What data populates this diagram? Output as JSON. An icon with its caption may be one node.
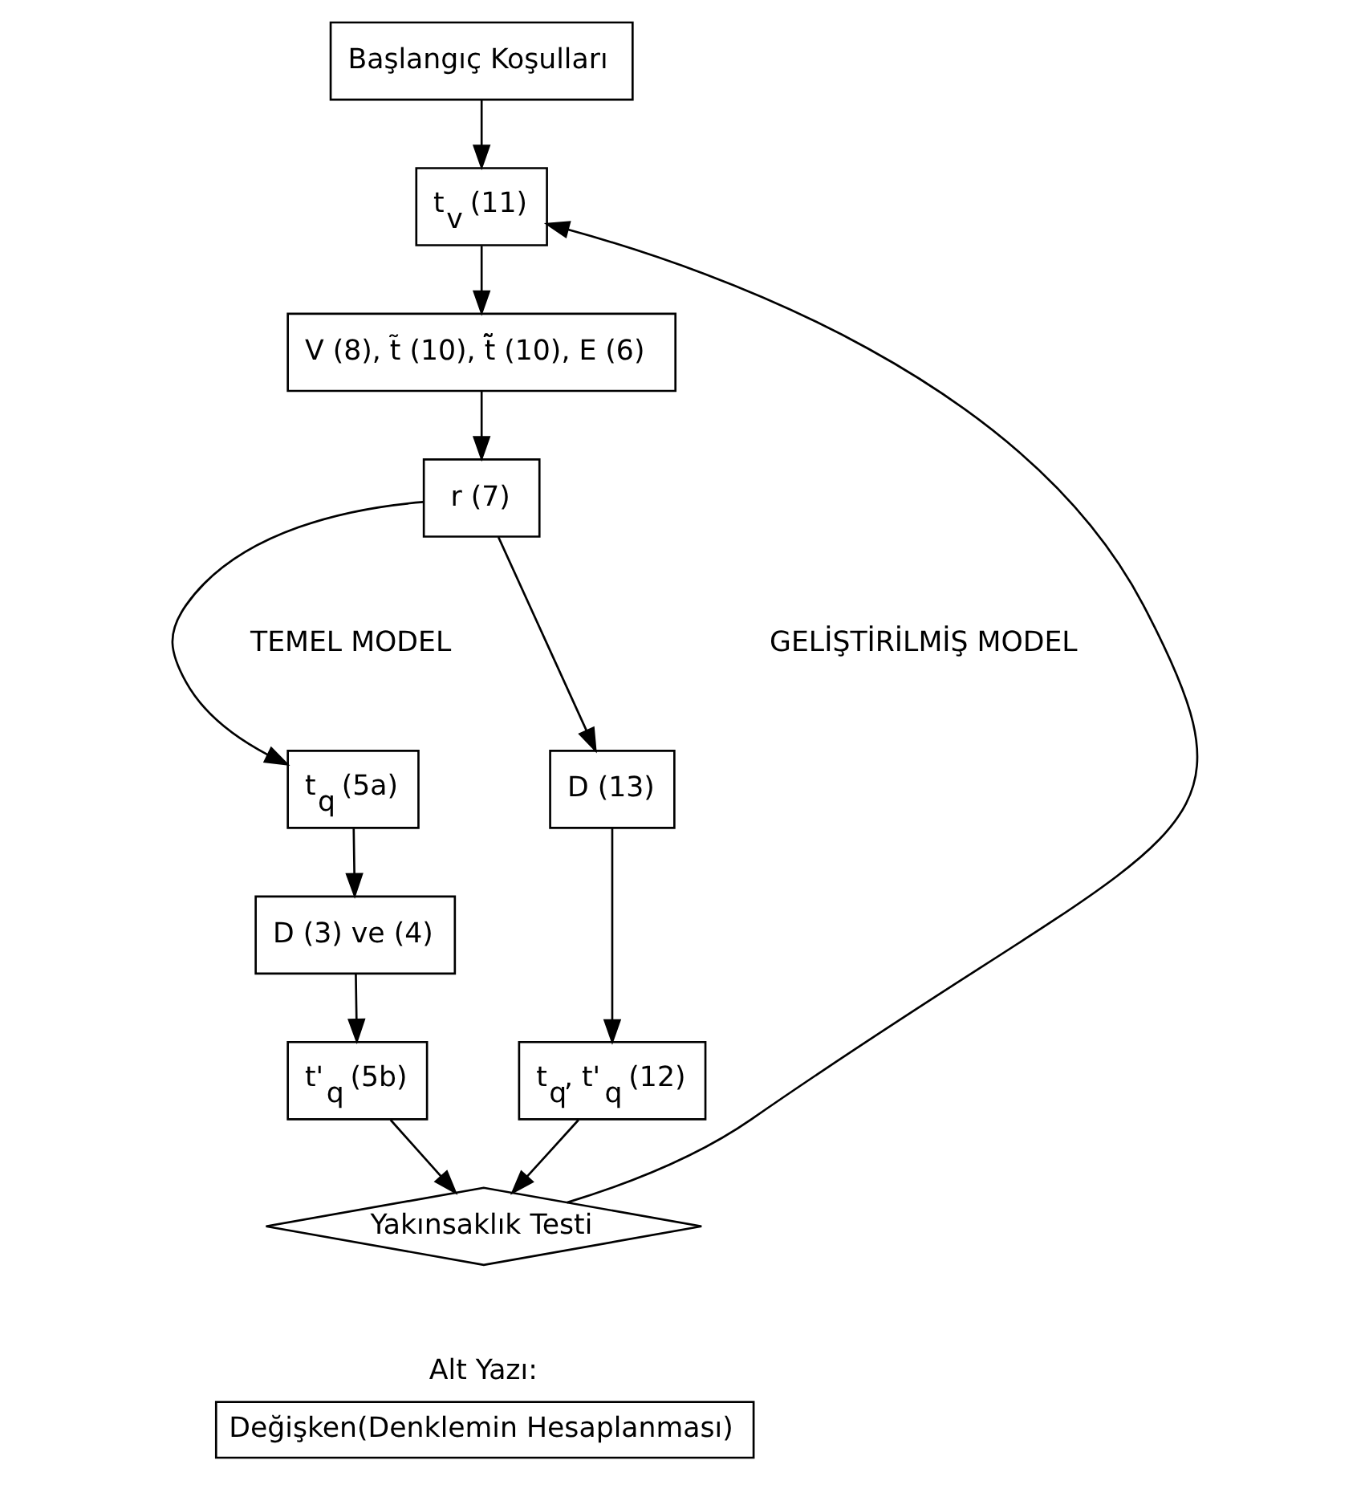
{
  "diagram": {
    "nodes": [
      {
        "text": [
          "Başlangıç Koşulları"
        ]
      },
      {
        "text": [
          "t$_{v}$ (11)"
        ]
      },
      {
        "text": [
          "V (8), t̃ (10), t̃̃ (10), E (6)"
        ]
      },
      {
        "text": [
          "r (7)"
        ]
      },
      {
        "text": [
          "t$_{q}$ (5a)"
        ]
      },
      {
        "text": [
          "D (13)"
        ]
      },
      {
        "text": [
          "D (3) ve (4)"
        ]
      },
      {
        "text": [
          "t$_{q}$, t'$_{q}$ (12)"
        ]
      },
      {
        "text": [
          "t'$_{q}$ (5b)"
        ]
      },
      {
        "text": [
          "Yakınsaklık Testi"
        ]
      },
      {
        "text": [
          "Alt Yazı:",
          "Değişken(Denklemin Hesaplanması)"
        ]
      }
    ],
    "edges": [
      {
        "from": 0,
        "to": 1,
        "arrow": "to"
      },
      {
        "from": 1,
        "to": 2,
        "arrow": "to"
      },
      {
        "from": 2,
        "to": 3,
        "arrow": "to"
      },
      {
        "from": 3,
        "to": 4,
        "arrow": "to"
      },
      {
        "from": 3,
        "to": 5,
        "arrow": "to"
      },
      {
        "from": 4,
        "to": 6,
        "arrow": "to"
      },
      {
        "from": 6,
        "to": 8,
        "arrow": "to"
      },
      {
        "from": 5,
        "to": 7,
        "arrow": "to"
      },
      {
        "from": 8,
        "to": 9,
        "arrow": "to"
      },
      {
        "from": 7,
        "to": 9,
        "arrow": "to"
      },
      {
        "from": 9,
        "to": 1,
        "arrow": "to"
      }
    ],
    "labels": [
      "TEMEL MODEL",
      "GELİŞTİRİLMİŞ MODEL"
    ]
  }
}
